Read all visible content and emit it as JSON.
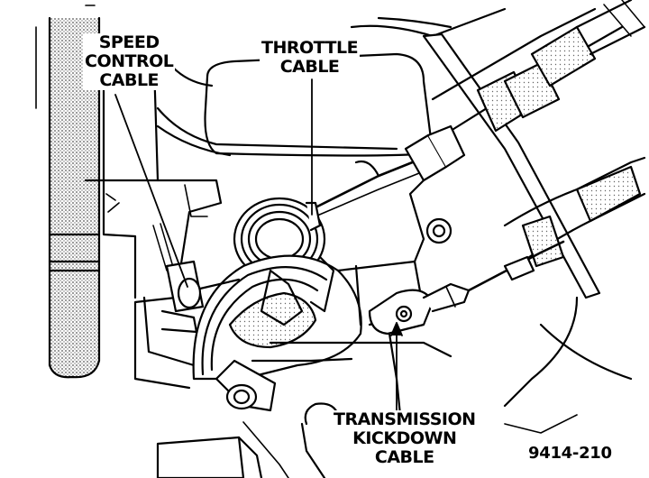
{
  "labels": {
    "speed_control": [
      "SPEED",
      "CONTROL",
      "CABLE"
    ],
    "throttle": [
      "THROTTLE",
      "CABLE"
    ],
    "kickdown": [
      "TRANSMISSION",
      "KICKDOWN",
      "CABLE"
    ]
  },
  "figure_number": "9414-210",
  "colors": {
    "ink": "#000000",
    "paper": "#ffffff",
    "stipple": "#9a9a9a"
  }
}
